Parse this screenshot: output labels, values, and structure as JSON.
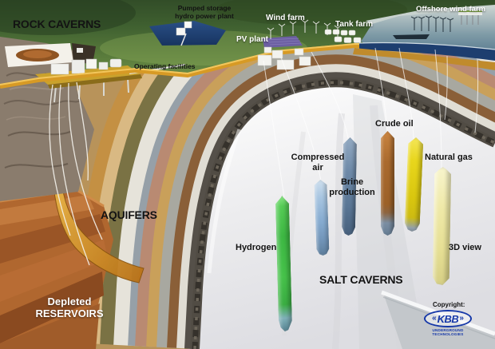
{
  "surface": {
    "pumped_storage_line1": "Pumped storage",
    "pumped_storage_line2": "hydro power plant",
    "pv_plant": "PV plant",
    "wind_farm": "Wind farm",
    "tank_farm": "Tank farm",
    "offshore_wind_farm": "Offshore wind farm",
    "operating_facilities": "Operating facilities"
  },
  "underground": {
    "rock_caverns": "ROCK CAVERNS",
    "aquifers": "AQUIFERS",
    "depleted_line1": "Depleted",
    "depleted_line2": "RESERVOIRS",
    "salt_caverns": "SALT CAVERNS"
  },
  "caverns": {
    "hydrogen": {
      "label": "Hydrogen",
      "color": "#46c24a"
    },
    "compressed_air": {
      "line1": "Compressed",
      "line2": "air",
      "color": "#8fb4d9"
    },
    "brine_production": {
      "line1": "Brine",
      "line2": "production",
      "color": "#5f7d9c"
    },
    "crude_oil": {
      "label": "Crude oil",
      "color": "#a0662c"
    },
    "natural_gas": {
      "label": "Natural gas",
      "color": "#e0cd14"
    },
    "view_3d": {
      "label": "3D view",
      "color": "#efe9a8"
    }
  },
  "copyright": {
    "label": "Copyright:",
    "logo_text": "KBB",
    "logo_chevron_left": "«",
    "logo_chevron_right": "»",
    "logo_sub1": "UNDERGROUND",
    "logo_sub2": "TECHNOLOGIES"
  },
  "colors": {
    "salt_dome": "#f2f2f4",
    "caprock": "#4f4a42",
    "aquifer_band": "#e0a632",
    "sea": "#6f8fa0",
    "grass": "#5a7c3c",
    "cut_edge_gold": "#d79a25",
    "logo_blue": "#1638a8"
  }
}
